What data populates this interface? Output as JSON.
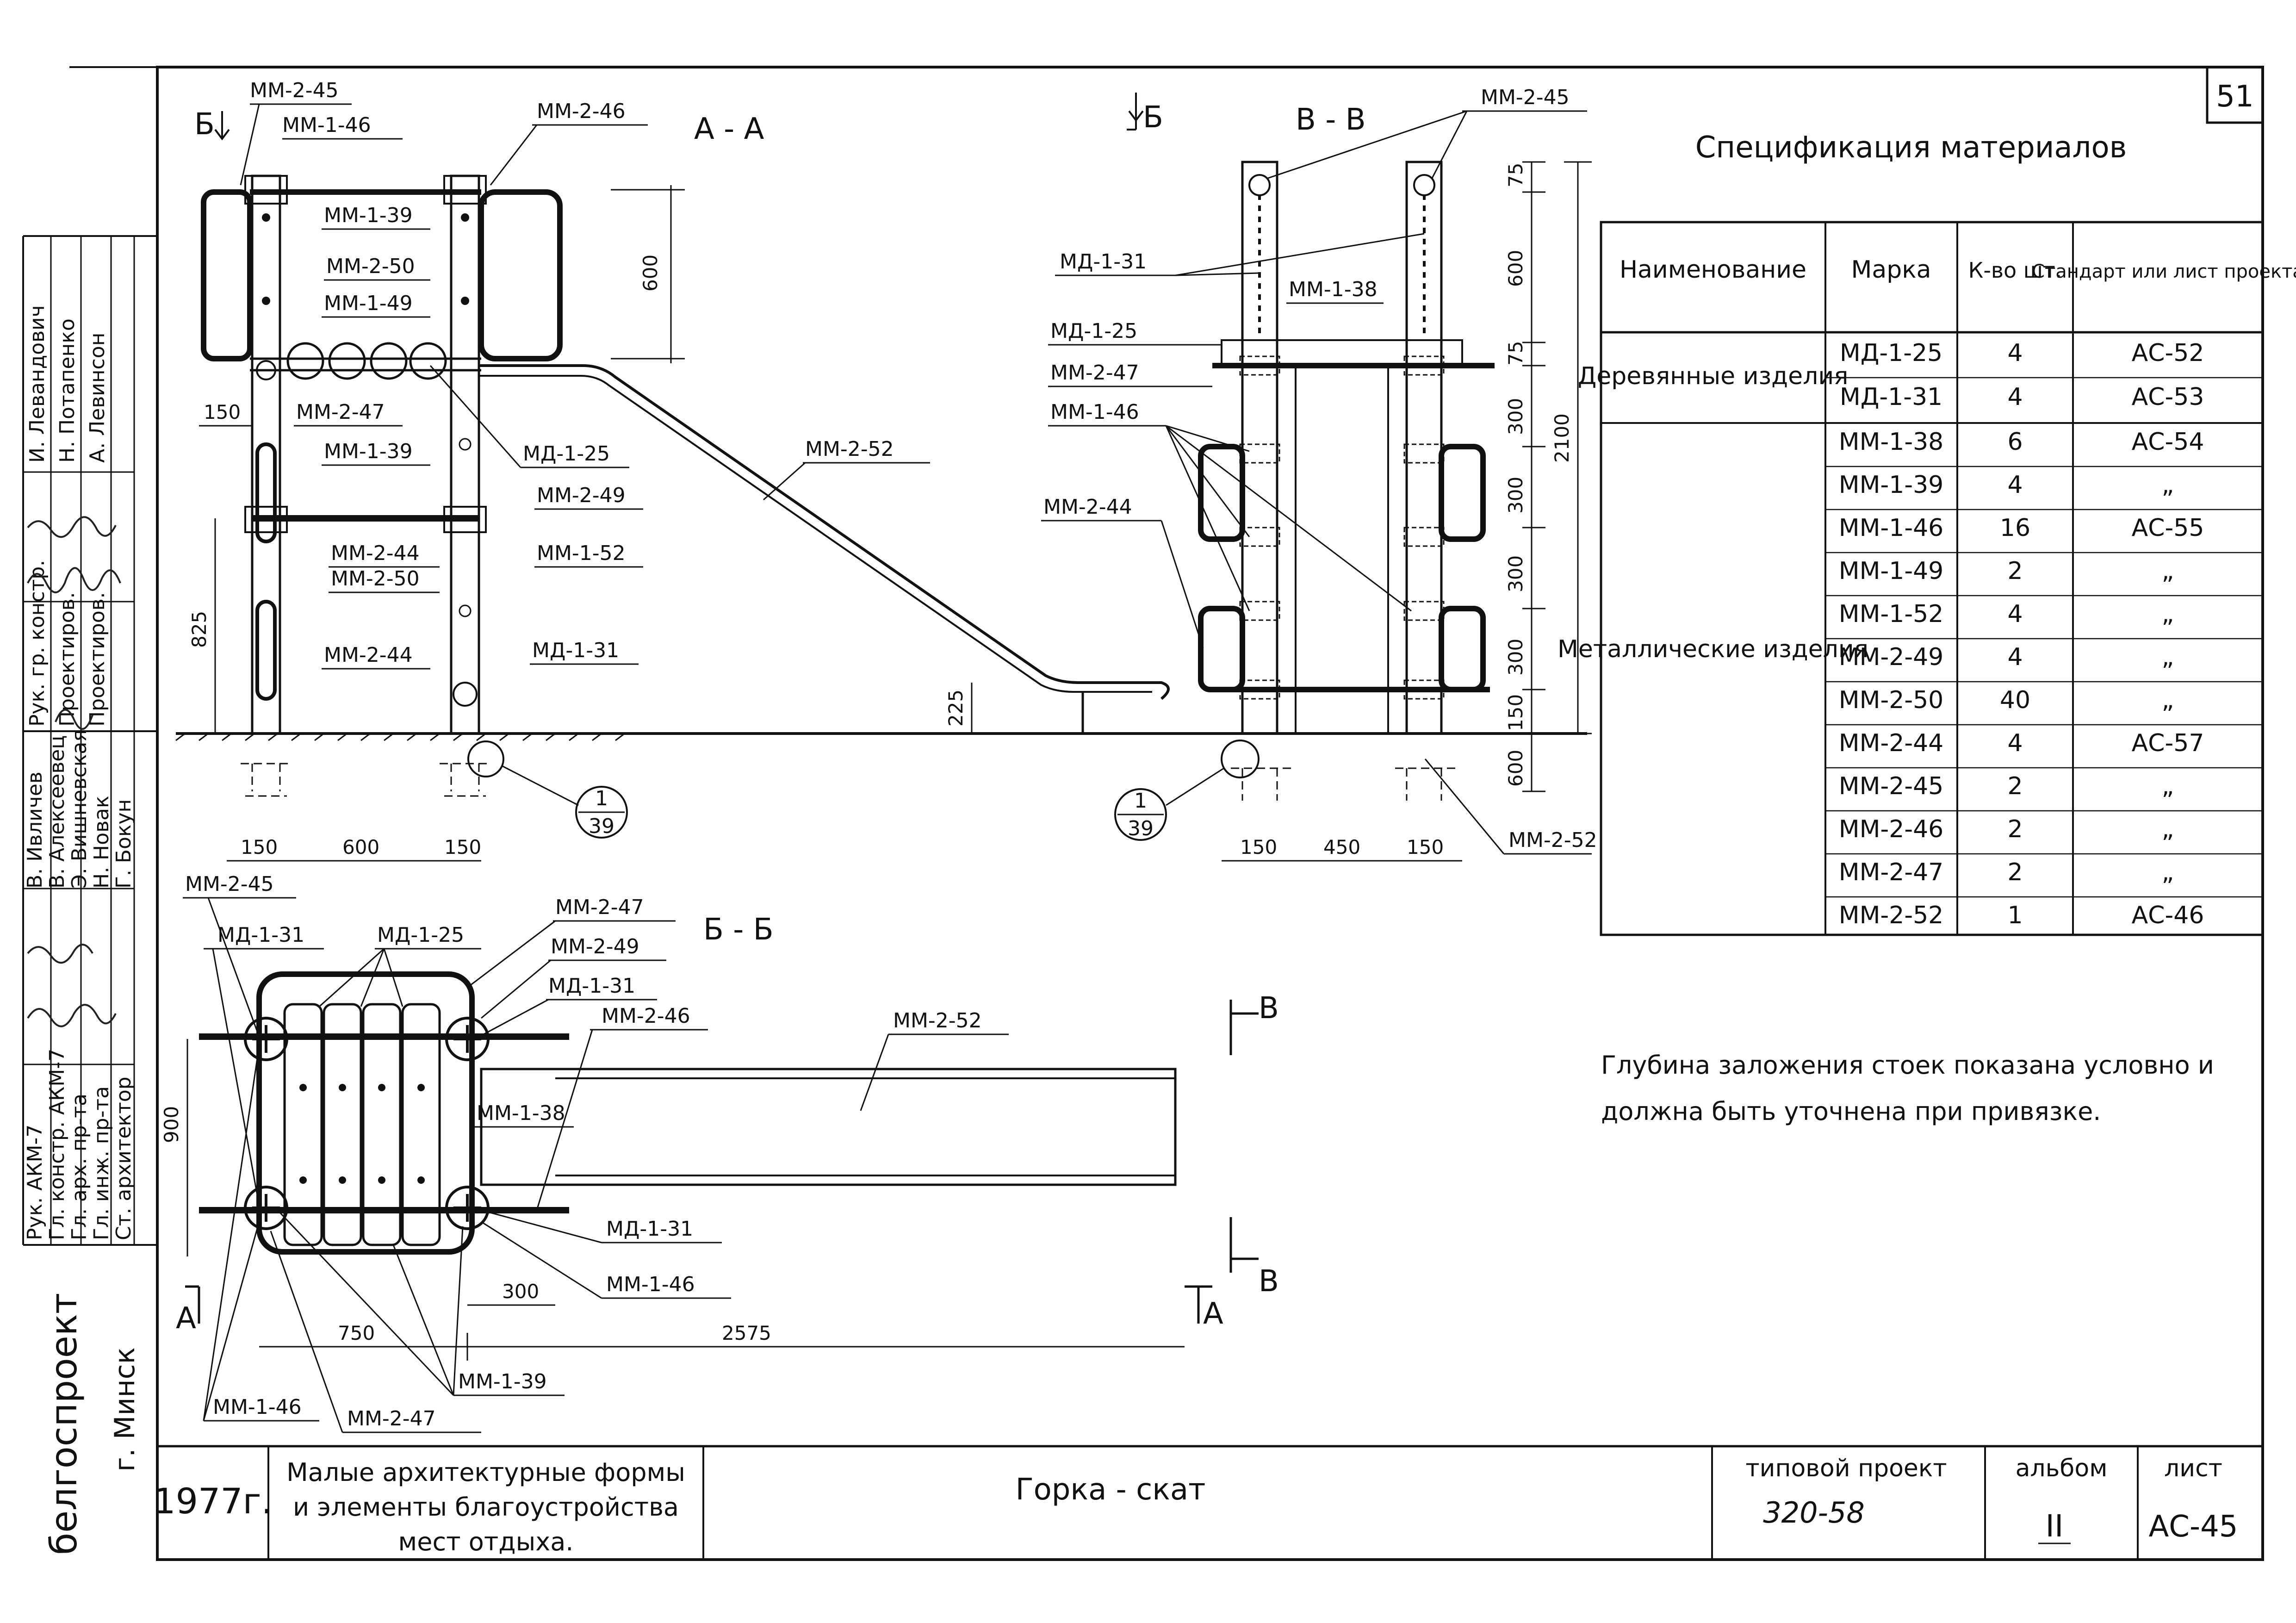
{
  "sheet_number": "51",
  "spec": {
    "title": "Спецификация материалов",
    "headers": [
      "Наименование",
      "Марка",
      "К-во шт.",
      "Стандарт или лист проекта"
    ],
    "groups": [
      {
        "name": "Деревянные изделия",
        "rows": [
          {
            "mark": "МД-1-25",
            "qty": "4",
            "ref": "АС-52"
          },
          {
            "mark": "МД-1-31",
            "qty": "4",
            "ref": "АС-53"
          }
        ]
      },
      {
        "name": "Металлические изделия",
        "rows": [
          {
            "mark": "ММ-1-38",
            "qty": "6",
            "ref": "АС-54"
          },
          {
            "mark": "ММ-1-39",
            "qty": "4",
            "ref": "„"
          },
          {
            "mark": "ММ-1-46",
            "qty": "16",
            "ref": "АС-55"
          },
          {
            "mark": "ММ-1-49",
            "qty": "2",
            "ref": "„"
          },
          {
            "mark": "ММ-1-52",
            "qty": "4",
            "ref": "„"
          },
          {
            "mark": "ММ-2-49",
            "qty": "4",
            "ref": "„"
          },
          {
            "mark": "ММ-2-50",
            "qty": "40",
            "ref": "„"
          },
          {
            "mark": "ММ-2-44",
            "qty": "4",
            "ref": "АС-57"
          },
          {
            "mark": "ММ-2-45",
            "qty": "2",
            "ref": "„"
          },
          {
            "mark": "ММ-2-46",
            "qty": "2",
            "ref": "„"
          },
          {
            "mark": "ММ-2-47",
            "qty": "2",
            "ref": "„"
          },
          {
            "mark": "ММ-2-52",
            "qty": "1",
            "ref": "АС-46"
          }
        ]
      }
    ]
  },
  "note": {
    "line1": "Глубина заложения стоек показана условно и",
    "line2": "должна быть уточнена при привязке."
  },
  "views": {
    "aa": {
      "title": "А - А",
      "labels": [
        "ММ-2-45",
        "ММ-1-46",
        "ММ-2-46",
        "ММ-1-39",
        "ММ-2-50",
        "ММ-1-49",
        "ММ-2-47",
        "ММ-1-39",
        "МД-1-25",
        "ММ-2-49",
        "ММ-2-44",
        "ММ-2-50",
        "ММ-1-52",
        "ММ-2-44",
        "МД-1-31",
        "ММ-2-52"
      ],
      "dims": [
        "600",
        "150",
        "825",
        "150",
        "600",
        "150",
        "225"
      ],
      "section_mark": "Б",
      "detail_ref": {
        "top": "1",
        "bottom": "39"
      }
    },
    "vv": {
      "title": "В - В",
      "labels": [
        "ММ-2-45",
        "МД-1-31",
        "ММ-1-38",
        "МД-1-25",
        "ММ-2-47",
        "ММ-1-46",
        "ММ-2-44",
        "ММ-2-52"
      ],
      "dims_vert": [
        "75",
        "600",
        "75",
        "300",
        "300",
        "300",
        "300",
        "150",
        "600"
      ],
      "dim_total": "2100",
      "dims_horiz": [
        "150",
        "450",
        "150"
      ],
      "section_mark": "Б",
      "detail_ref": {
        "top": "1",
        "bottom": "39"
      }
    },
    "bb": {
      "title": "Б - Б",
      "labels": [
        "ММ-2-45",
        "МД-1-31",
        "МД-1-25",
        "ММ-2-47",
        "ММ-2-49",
        "МД-1-31",
        "ММ-2-46",
        "ММ-2-52",
        "ММ-1-38",
        "МД-1-31",
        "ММ-1-46",
        "ММ-1-46",
        "ММ-2-47",
        "ММ-1-39"
      ],
      "dims": [
        "900",
        "300",
        "750",
        "2575"
      ],
      "section_marks": [
        "В",
        "В",
        "А",
        "А"
      ]
    }
  },
  "stamp": {
    "org": "белгоспроект",
    "city": "г. Минск",
    "year": "1977г.",
    "description_l1": "Малые архитектурные формы",
    "description_l2": "и элементы благоустройства",
    "description_l3": "мест отдыха.",
    "object": "Горка - скат",
    "project_label": "типовой проект",
    "project_value": "320-58",
    "album_label": "альбом",
    "album_value": "II",
    "sheet_label": "лист",
    "sheet_value": "АС-45"
  },
  "signatures": {
    "upper": [
      {
        "role": "Рук. гр. констр.",
        "name": "И. Левандович"
      },
      {
        "role": "Проектиров.",
        "name": "Н. Потапенко"
      },
      {
        "role": "Проектиров.",
        "name": "А. Левинсон"
      }
    ],
    "lower": [
      {
        "role": "Рук. АКМ-7",
        "name": "В. Ивличев"
      },
      {
        "role": "Гл. констр. АКМ-7",
        "name": "В. Алексеевец"
      },
      {
        "role": "Гл. арх. пр-та",
        "name": "Э. Вишневская"
      },
      {
        "role": "Гл. инж. пр-та",
        "name": "Н. Новак"
      },
      {
        "role": "Ст. архитектор",
        "name": "Г. Бокун"
      }
    ]
  }
}
